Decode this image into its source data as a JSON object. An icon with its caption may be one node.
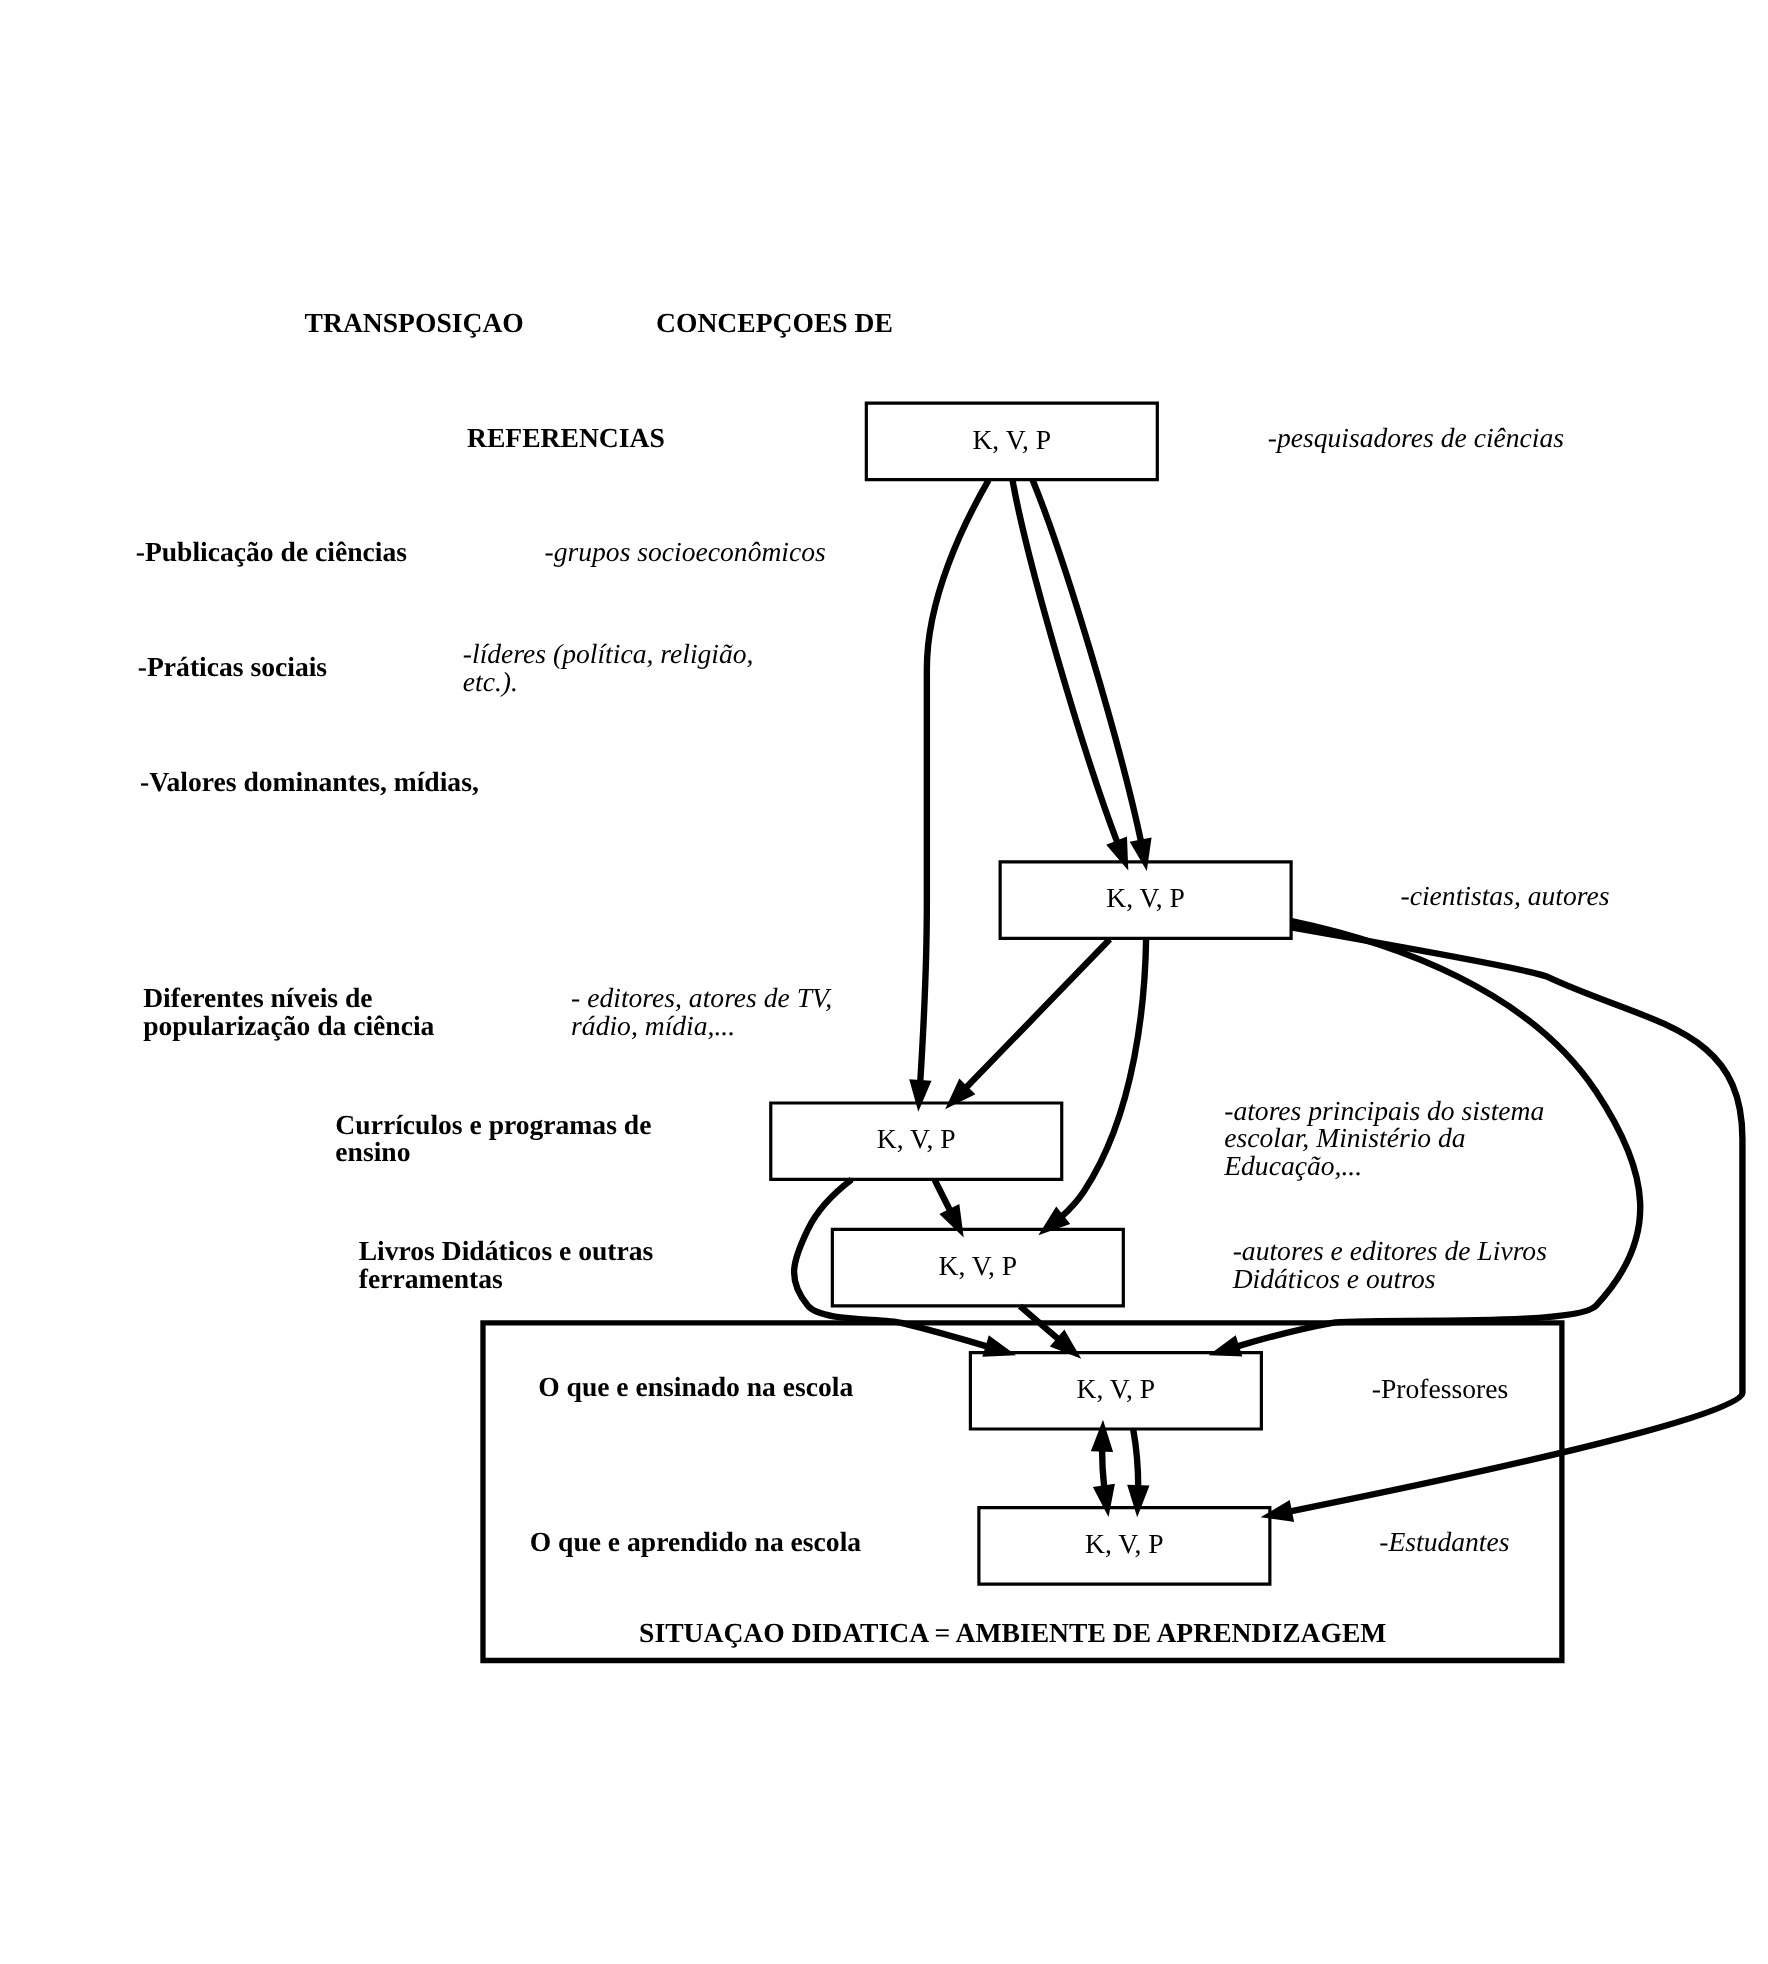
{
  "diagram": {
    "nodes": [
      {
        "text": [
          "K, V, P"
        ]
      },
      {
        "text": [
          "K, V, P"
        ]
      },
      {
        "text": [
          "K, V, P"
        ]
      },
      {
        "text": [
          "K, V, P"
        ]
      },
      {
        "text": [
          "SITUAÇAO DIDATICA = AMBIENTE DE APRENDIZAGEM"
        ]
      },
      {
        "text": [
          "K, V, P"
        ],
        "in": 4
      },
      {
        "text": [
          "K, V, P"
        ],
        "in": 4
      }
    ],
    "edges": [
      {
        "from": 0,
        "to": 1,
        "arrow": "to"
      },
      {
        "from": 0,
        "to": 1,
        "arrow": "to"
      },
      {
        "from": 0,
        "to": 2,
        "arrow": "to"
      },
      {
        "from": 1,
        "to": 5,
        "arrow": "to"
      },
      {
        "from": 1,
        "to": 6,
        "arrow": "to"
      },
      {
        "from": 1,
        "to": 3,
        "arrow": "to"
      },
      {
        "from": 1,
        "to": 2,
        "arrow": "to"
      },
      {
        "from": 2,
        "to": 3,
        "arrow": "to"
      },
      {
        "from": 2,
        "to": 5,
        "arrow": "to"
      },
      {
        "from": 3,
        "to": 5,
        "arrow": "to"
      },
      {
        "from": 5,
        "to": 6,
        "arrow": "both"
      },
      {
        "from": 5,
        "to": 6,
        "arrow": "to"
      }
    ],
    "labels": [
      "TRANSPOSIÇAO",
      "CONCEPÇOES DE",
      "REFERENCIAS",
      "-pesquisadores de ciências",
      "-Publicação de ciências",
      "-grupos socioeconômicos",
      "-Práticas sociais",
      "-líderes (política, religião, etc.).",
      "-Valores dominantes, mídias,",
      "-cientistas, autores",
      "Diferentes níveis de popularização da ciência",
      "- editores, atores de TV, rádio, mídia,...",
      "Currículos e programas de ensino",
      "-atores principais do sistema escolar, Ministério da Educação,...",
      "Livros Didáticos e outras ferramentas",
      "-autores e editores de Livros Didáticos e outros",
      "O que e ensinado na escola",
      "-Professores",
      "O que e aprendido na escola",
      "-Estudantes"
    ]
  }
}
